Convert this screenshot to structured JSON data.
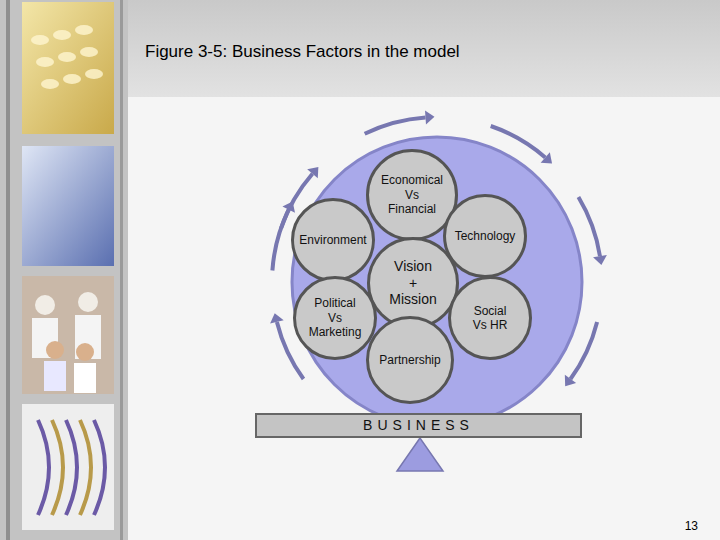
{
  "diagram": {
    "title": "Figure 3-5: Business Factors in the model",
    "nodes": [
      {
        "text": [
          "Economical Vs Financial"
        ]
      },
      {
        "text": [
          "Environment"
        ]
      },
      {
        "text": [
          "Technology"
        ]
      },
      {
        "text": [
          "Vision + Mission"
        ]
      },
      {
        "text": [
          "Political Vs Marketing"
        ]
      },
      {
        "text": [
          "Social Vs HR"
        ]
      },
      {
        "text": [
          "Partnership"
        ]
      },
      {
        "text": [
          "BUSINESS"
        ]
      }
    ],
    "labels": [
      "13"
    ]
  }
}
